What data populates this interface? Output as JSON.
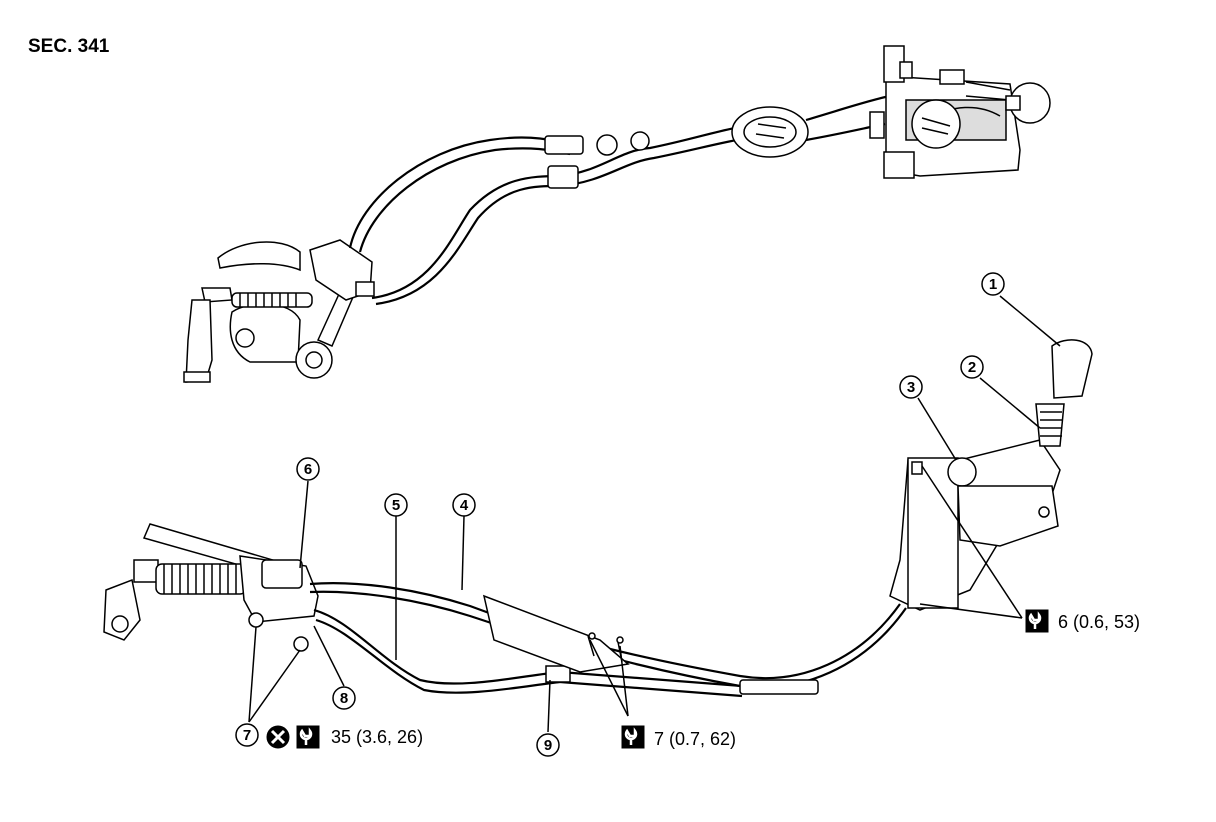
{
  "section_label": "SEC. 341",
  "callouts": [
    {
      "number": "1"
    },
    {
      "number": "2"
    },
    {
      "number": "3"
    },
    {
      "number": "4"
    },
    {
      "number": "5"
    },
    {
      "number": "6"
    },
    {
      "number": "7"
    },
    {
      "number": "8"
    },
    {
      "number": "9"
    }
  ],
  "torque_specs": {
    "shift_lever_bolts": "6 (0.6, 53)",
    "bracket_bolts": "7 (0.7, 62)",
    "transaxle_nuts": "35 (3.6, 26)"
  },
  "icons": {
    "torque": "torque-wrench-icon",
    "do_not_reuse": "do-not-reuse-icon"
  }
}
